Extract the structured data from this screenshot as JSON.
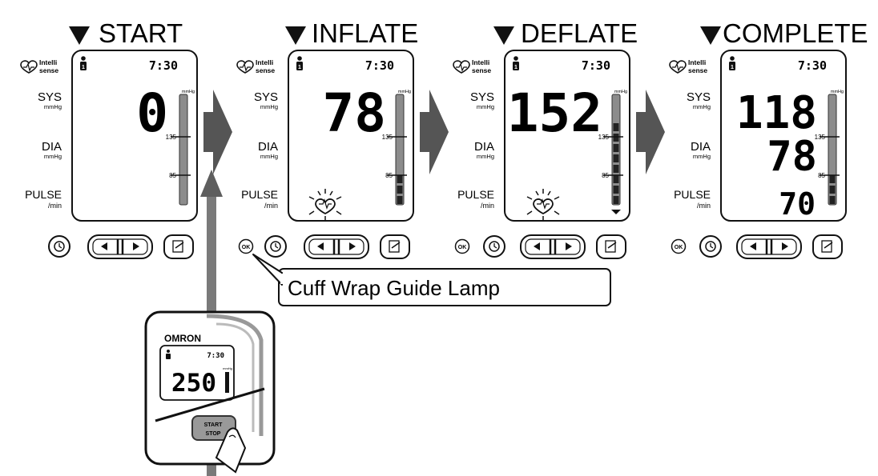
{
  "stages": [
    {
      "title": "START",
      "time": "7:30",
      "sys": "0",
      "dia": "",
      "pulse": "",
      "marker_top": "135",
      "marker_bottom": "85",
      "unit": "mmHg",
      "heart": false,
      "bar_fill": 0
    },
    {
      "title": "INFLATE",
      "time": "7:30",
      "sys": "78",
      "dia": "",
      "pulse": "",
      "marker_top": "135",
      "marker_bottom": "85",
      "unit": "mmHg",
      "heart": true,
      "bar_fill": 0.27
    },
    {
      "title": "DEFLATE",
      "time": "7:30",
      "sys": "152",
      "dia": "",
      "pulse": "",
      "marker_top": "135",
      "marker_bottom": "85",
      "unit": "mmHg",
      "heart": true,
      "bar_fill": 0.8
    },
    {
      "title": "COMPLETE",
      "time": "7:30",
      "sys": "118",
      "dia": "78",
      "pulse": "70",
      "marker_top": "135",
      "marker_bottom": "85",
      "unit": "mmHg",
      "heart": false,
      "bar_fill": 0.35
    }
  ],
  "side_labels": {
    "brand_top": "Intelli",
    "brand_bottom": "sense",
    "sys": "SYS",
    "dia": "DIA",
    "pulse": "PULSE",
    "sys_unit": "mmHg",
    "dia_unit": "mmHg",
    "pulse_unit": "/min"
  },
  "ok_label": "OK",
  "callout": "Cuff Wrap Guide Lamp",
  "device": {
    "brand": "OMRON",
    "time": "7:30",
    "reading": "250",
    "unit": "mmHg",
    "button_top": "START",
    "button_bottom": "STOP"
  },
  "colors": {
    "ink": "#111111",
    "bar_gray": "#8c8c8c",
    "arrow_gray": "#555555",
    "bar_segment": "#222222"
  }
}
